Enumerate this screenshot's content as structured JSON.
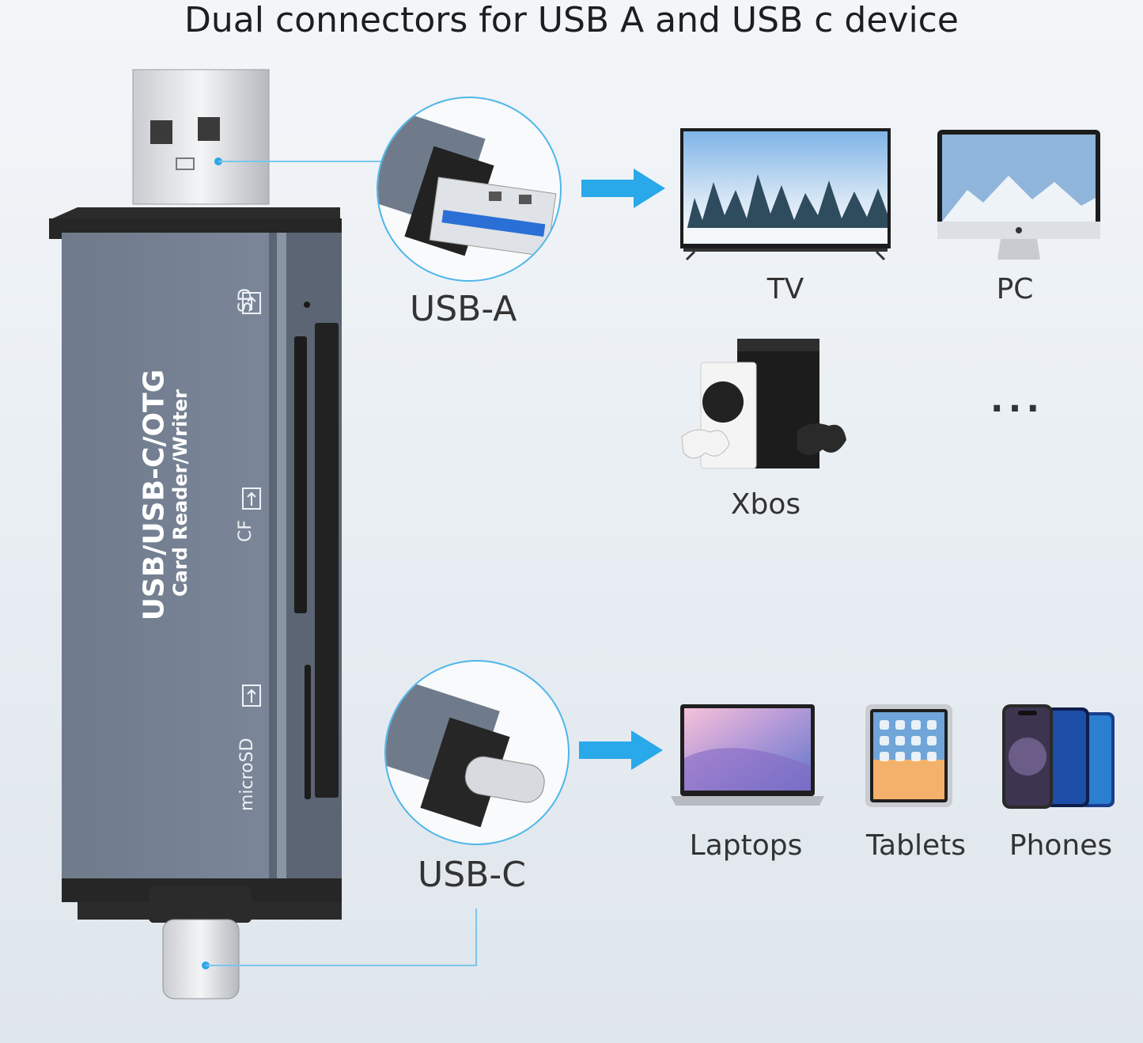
{
  "title": "Dual connectors for USB A and USB c device",
  "colors": {
    "accent_blue": "#29a8ea",
    "device_gray": "#7a8696",
    "cap_black": "#2a2a2a"
  },
  "reader": {
    "line1": "USB/USB-C/OTG",
    "line2": "Card Reader/Writer",
    "slot_sd": "SD",
    "slot_cf": "CF",
    "slot_microsd": "microSD"
  },
  "connectors": {
    "usb_a_label": "USB-A",
    "usb_c_label": "USB-C"
  },
  "devices_a": [
    {
      "label": "TV",
      "icon": "tv-icon"
    },
    {
      "label": "PC",
      "icon": "imac-icon"
    },
    {
      "label": "Xbos",
      "icon": "xbox-icon"
    },
    {
      "label": "...",
      "icon": "ellipsis"
    }
  ],
  "devices_c": [
    {
      "label": "Laptops",
      "icon": "laptop-icon"
    },
    {
      "label": "Tablets",
      "icon": "tablet-icon"
    },
    {
      "label": "Phones",
      "icon": "phones-icon"
    }
  ]
}
